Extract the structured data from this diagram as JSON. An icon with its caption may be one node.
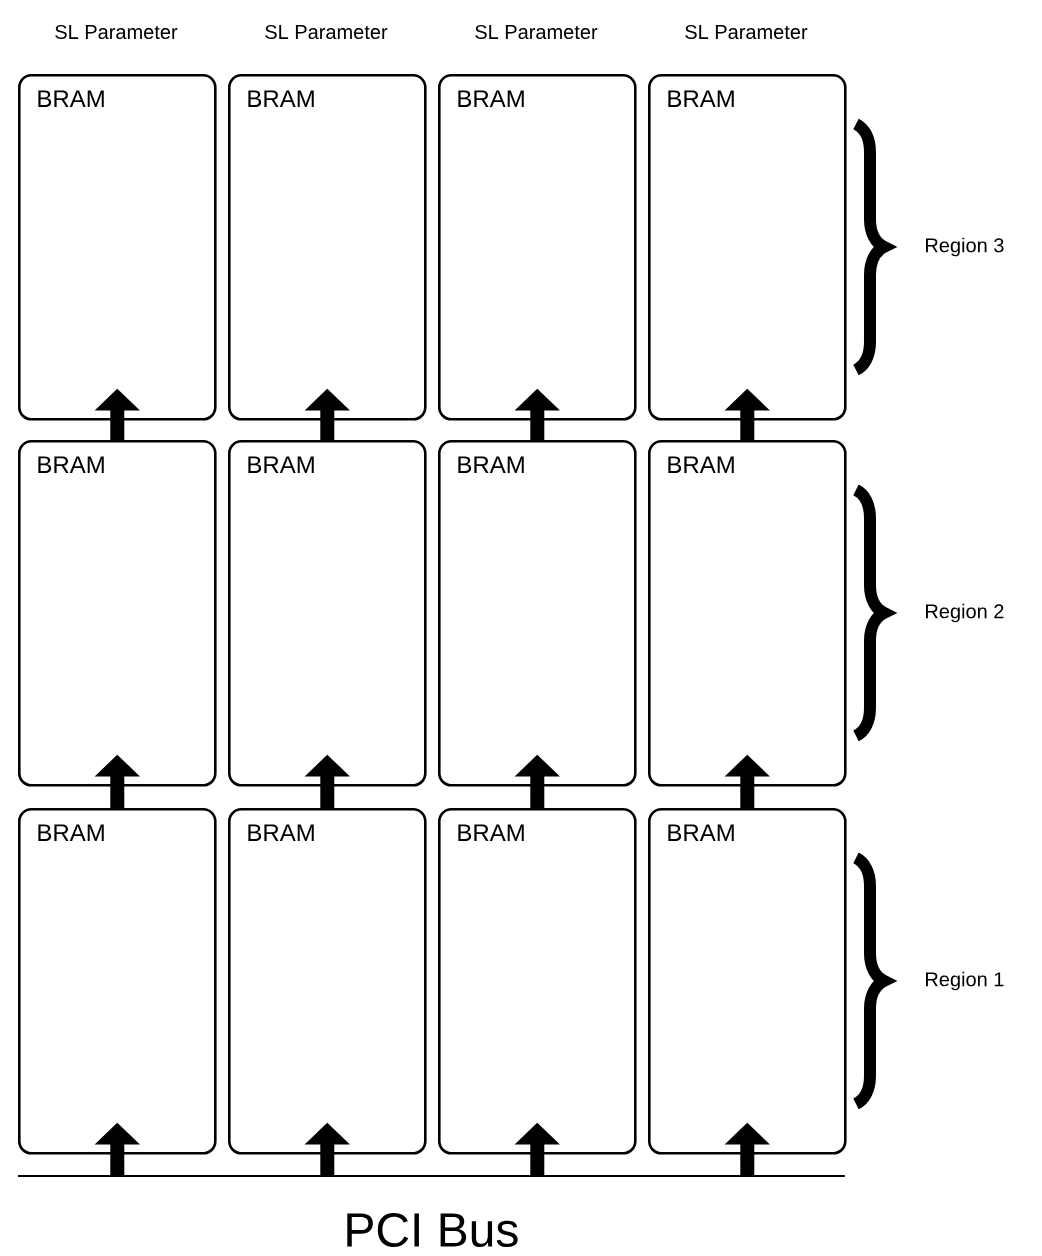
{
  "diagram": {
    "nodes": [
      {
        "text": [
          "BRAM"
        ]
      },
      {
        "text": [
          "BRAM"
        ]
      },
      {
        "text": [
          "BRAM"
        ]
      },
      {
        "text": [
          "BRAM"
        ]
      },
      {
        "text": [
          "BRAM"
        ]
      },
      {
        "text": [
          "BRAM"
        ]
      },
      {
        "text": [
          "BRAM"
        ]
      },
      {
        "text": [
          "BRAM"
        ]
      },
      {
        "text": [
          "BRAM"
        ]
      },
      {
        "text": [
          "BRAM"
        ]
      },
      {
        "text": [
          "BRAM"
        ]
      },
      {
        "text": [
          "BRAM"
        ]
      },
      {
        "text": [
          "PCI Bus"
        ]
      }
    ],
    "edges": [
      {
        "from": 12,
        "to": 8,
        "arrow": "to"
      },
      {
        "from": 12,
        "to": 9,
        "arrow": "to"
      },
      {
        "from": 12,
        "to": 10,
        "arrow": "to"
      },
      {
        "from": 12,
        "to": 11,
        "arrow": "to"
      },
      {
        "from": 8,
        "to": 4,
        "arrow": "to"
      },
      {
        "from": 9,
        "to": 5,
        "arrow": "to"
      },
      {
        "from": 10,
        "to": 6,
        "arrow": "to"
      },
      {
        "from": 11,
        "to": 7,
        "arrow": "to"
      },
      {
        "from": 4,
        "to": 0,
        "arrow": "to"
      },
      {
        "from": 5,
        "to": 1,
        "arrow": "to"
      },
      {
        "from": 6,
        "to": 2,
        "arrow": "to"
      },
      {
        "from": 7,
        "to": 3,
        "arrow": "to"
      }
    ],
    "labels": [
      "SL Parameter",
      "SL Parameter",
      "SL Parameter",
      "SL Parameter",
      "Region 3",
      "Region 2",
      "Region 1"
    ]
  }
}
